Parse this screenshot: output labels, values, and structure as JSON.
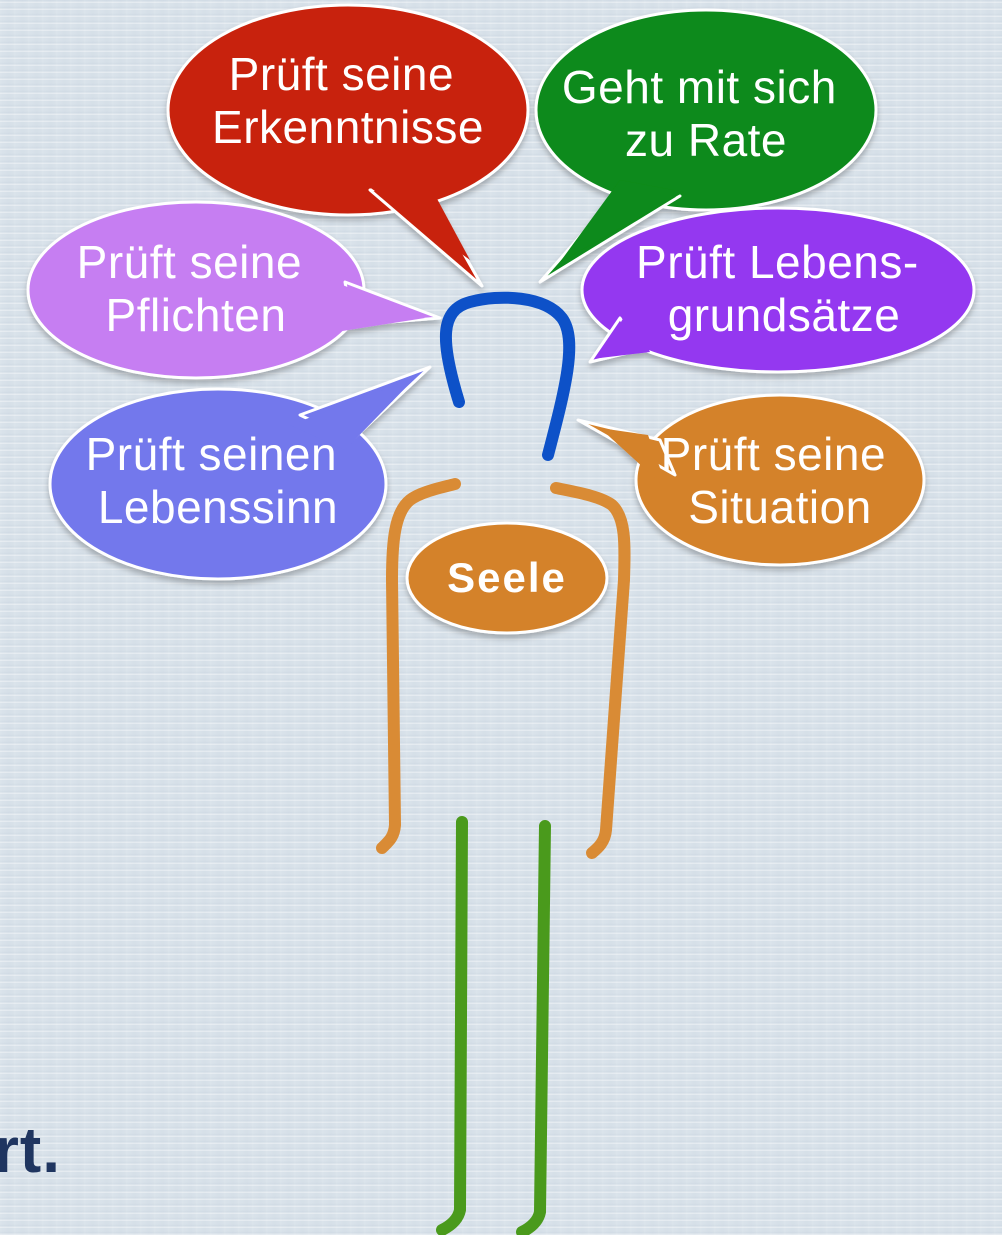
{
  "colors": {
    "background": "#d9e2ea",
    "red": "#c8240b",
    "green": "#0a8a1a",
    "lilac": "#c67ef2",
    "purple": "#9438f0",
    "blue_violet": "#7378ec",
    "orange": "#d4822c",
    "head": "#0d51c8",
    "body": "#d98b35",
    "legs": "#4a9a1c",
    "cut_text": "#1f3560"
  },
  "bubbles": {
    "erkenntnisse": [
      "Prüft seine",
      "Erkenntnisse"
    ],
    "rate": [
      "Geht mit sich",
      "zu Rate"
    ],
    "pflichten": [
      "Prüft seine",
      "Pflichten"
    ],
    "lebensgrundsaetze": [
      "Prüft Lebens-",
      "grundsätze"
    ],
    "lebenssinn": [
      "Prüft seinen",
      "Lebenssinn"
    ],
    "situation": [
      "Prüft seine",
      "Situation"
    ]
  },
  "seele": "Seele",
  "cut_text": "rt."
}
